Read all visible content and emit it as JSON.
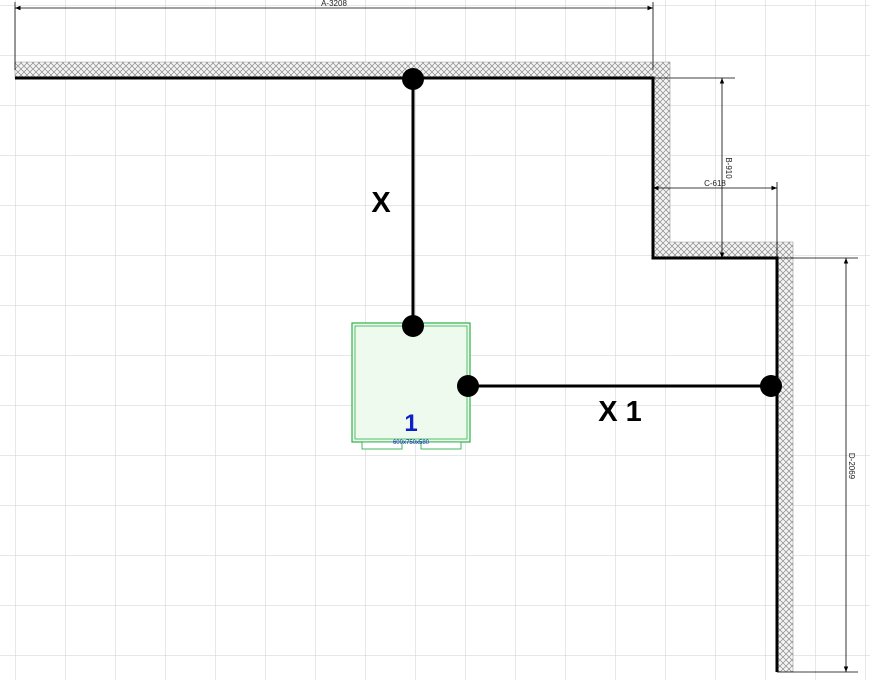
{
  "dimensions": {
    "a": "A-3208",
    "b": "B-910",
    "c": "C-618",
    "d": "D-2069"
  },
  "distances": {
    "x": "X",
    "x1": "X 1"
  },
  "cabinet": {
    "number": "1",
    "size": "600x750x580"
  },
  "colors": {
    "grid": "#cfcfcf",
    "wall": "#000000",
    "cabinet_outline": "#2db24a",
    "cabinet_fill": "#eefaee",
    "cabinet_number": "#1020c8"
  }
}
